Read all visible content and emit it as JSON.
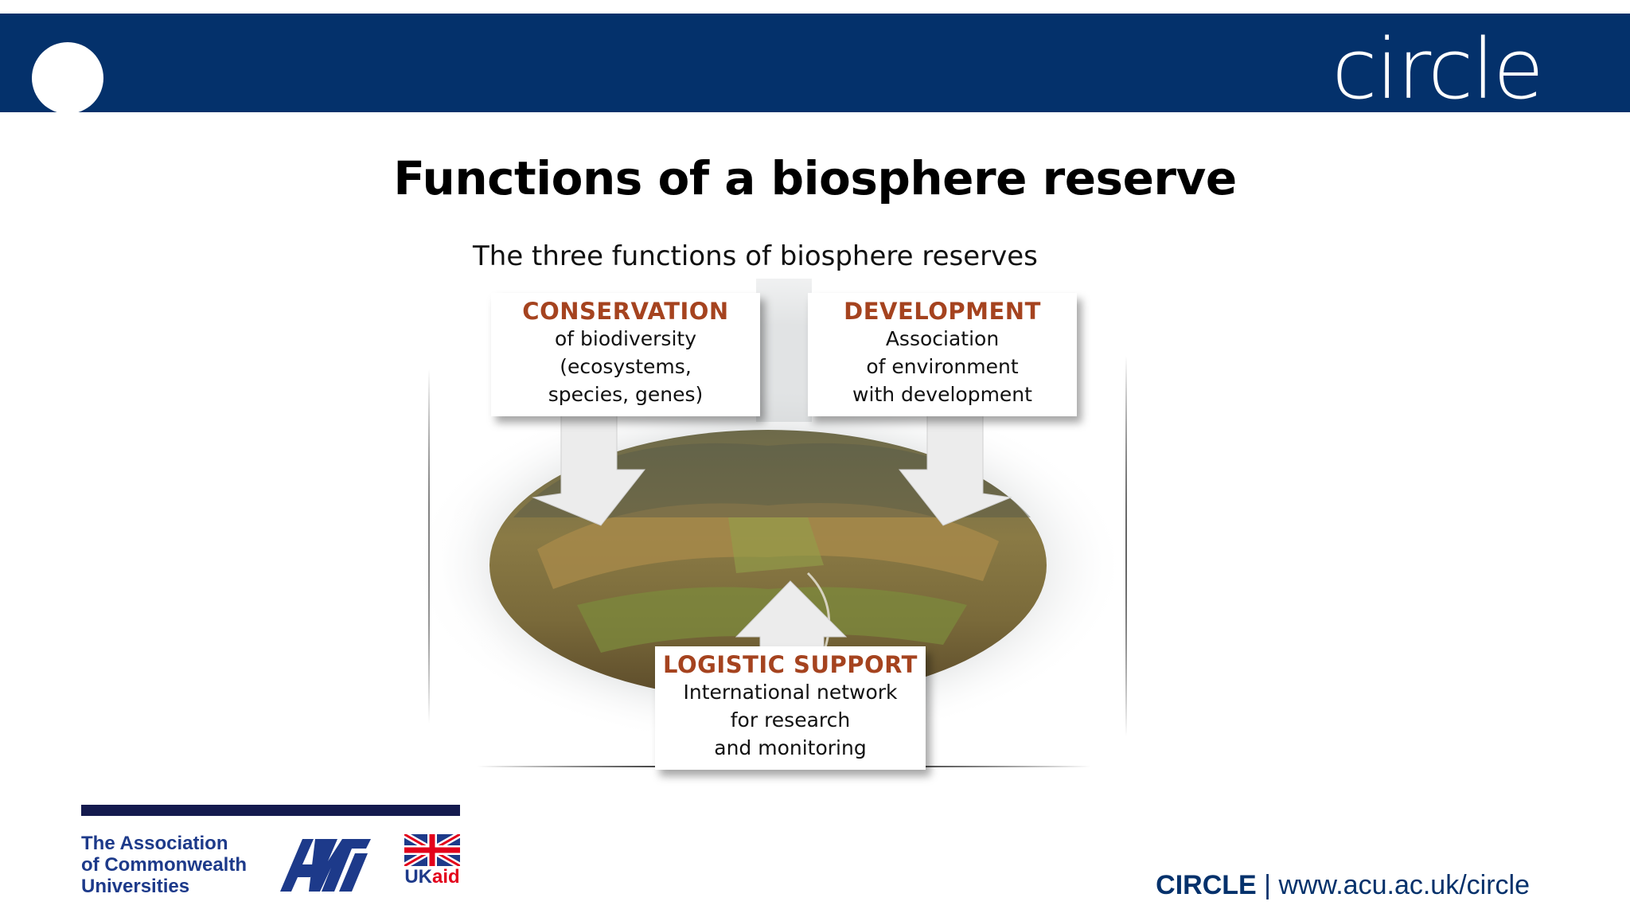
{
  "header": {
    "logo_text": "circle"
  },
  "slide": {
    "title": "Functions of a biosphere reserve"
  },
  "diagram": {
    "heading": "The three functions of biosphere reserves",
    "functions": [
      {
        "title": "CONSERVATION",
        "lines": [
          "of biodiversity",
          "(ecosystems,",
          "species, genes)"
        ]
      },
      {
        "title": "DEVELOPMENT",
        "lines": [
          "Association",
          "of environment",
          "with development"
        ]
      },
      {
        "title": "LOGISTIC SUPPORT",
        "lines": [
          "International network",
          "for research",
          "and monitoring"
        ]
      }
    ]
  },
  "footer": {
    "acu_lines": [
      "The Association",
      "of Commonwealth",
      "Universities"
    ],
    "ukaid_uk": "UK",
    "ukaid_aid": "aid",
    "brand": "CIRCLE",
    "separator": " | ",
    "url": "www.acu.ac.uk/circle"
  },
  "colors": {
    "header_bg": "#04316b",
    "function_title": "#a5431f",
    "footer_rule": "#141a4e",
    "acu_blue": "#1d3a8a",
    "ukaid_red": "#e3001b"
  }
}
